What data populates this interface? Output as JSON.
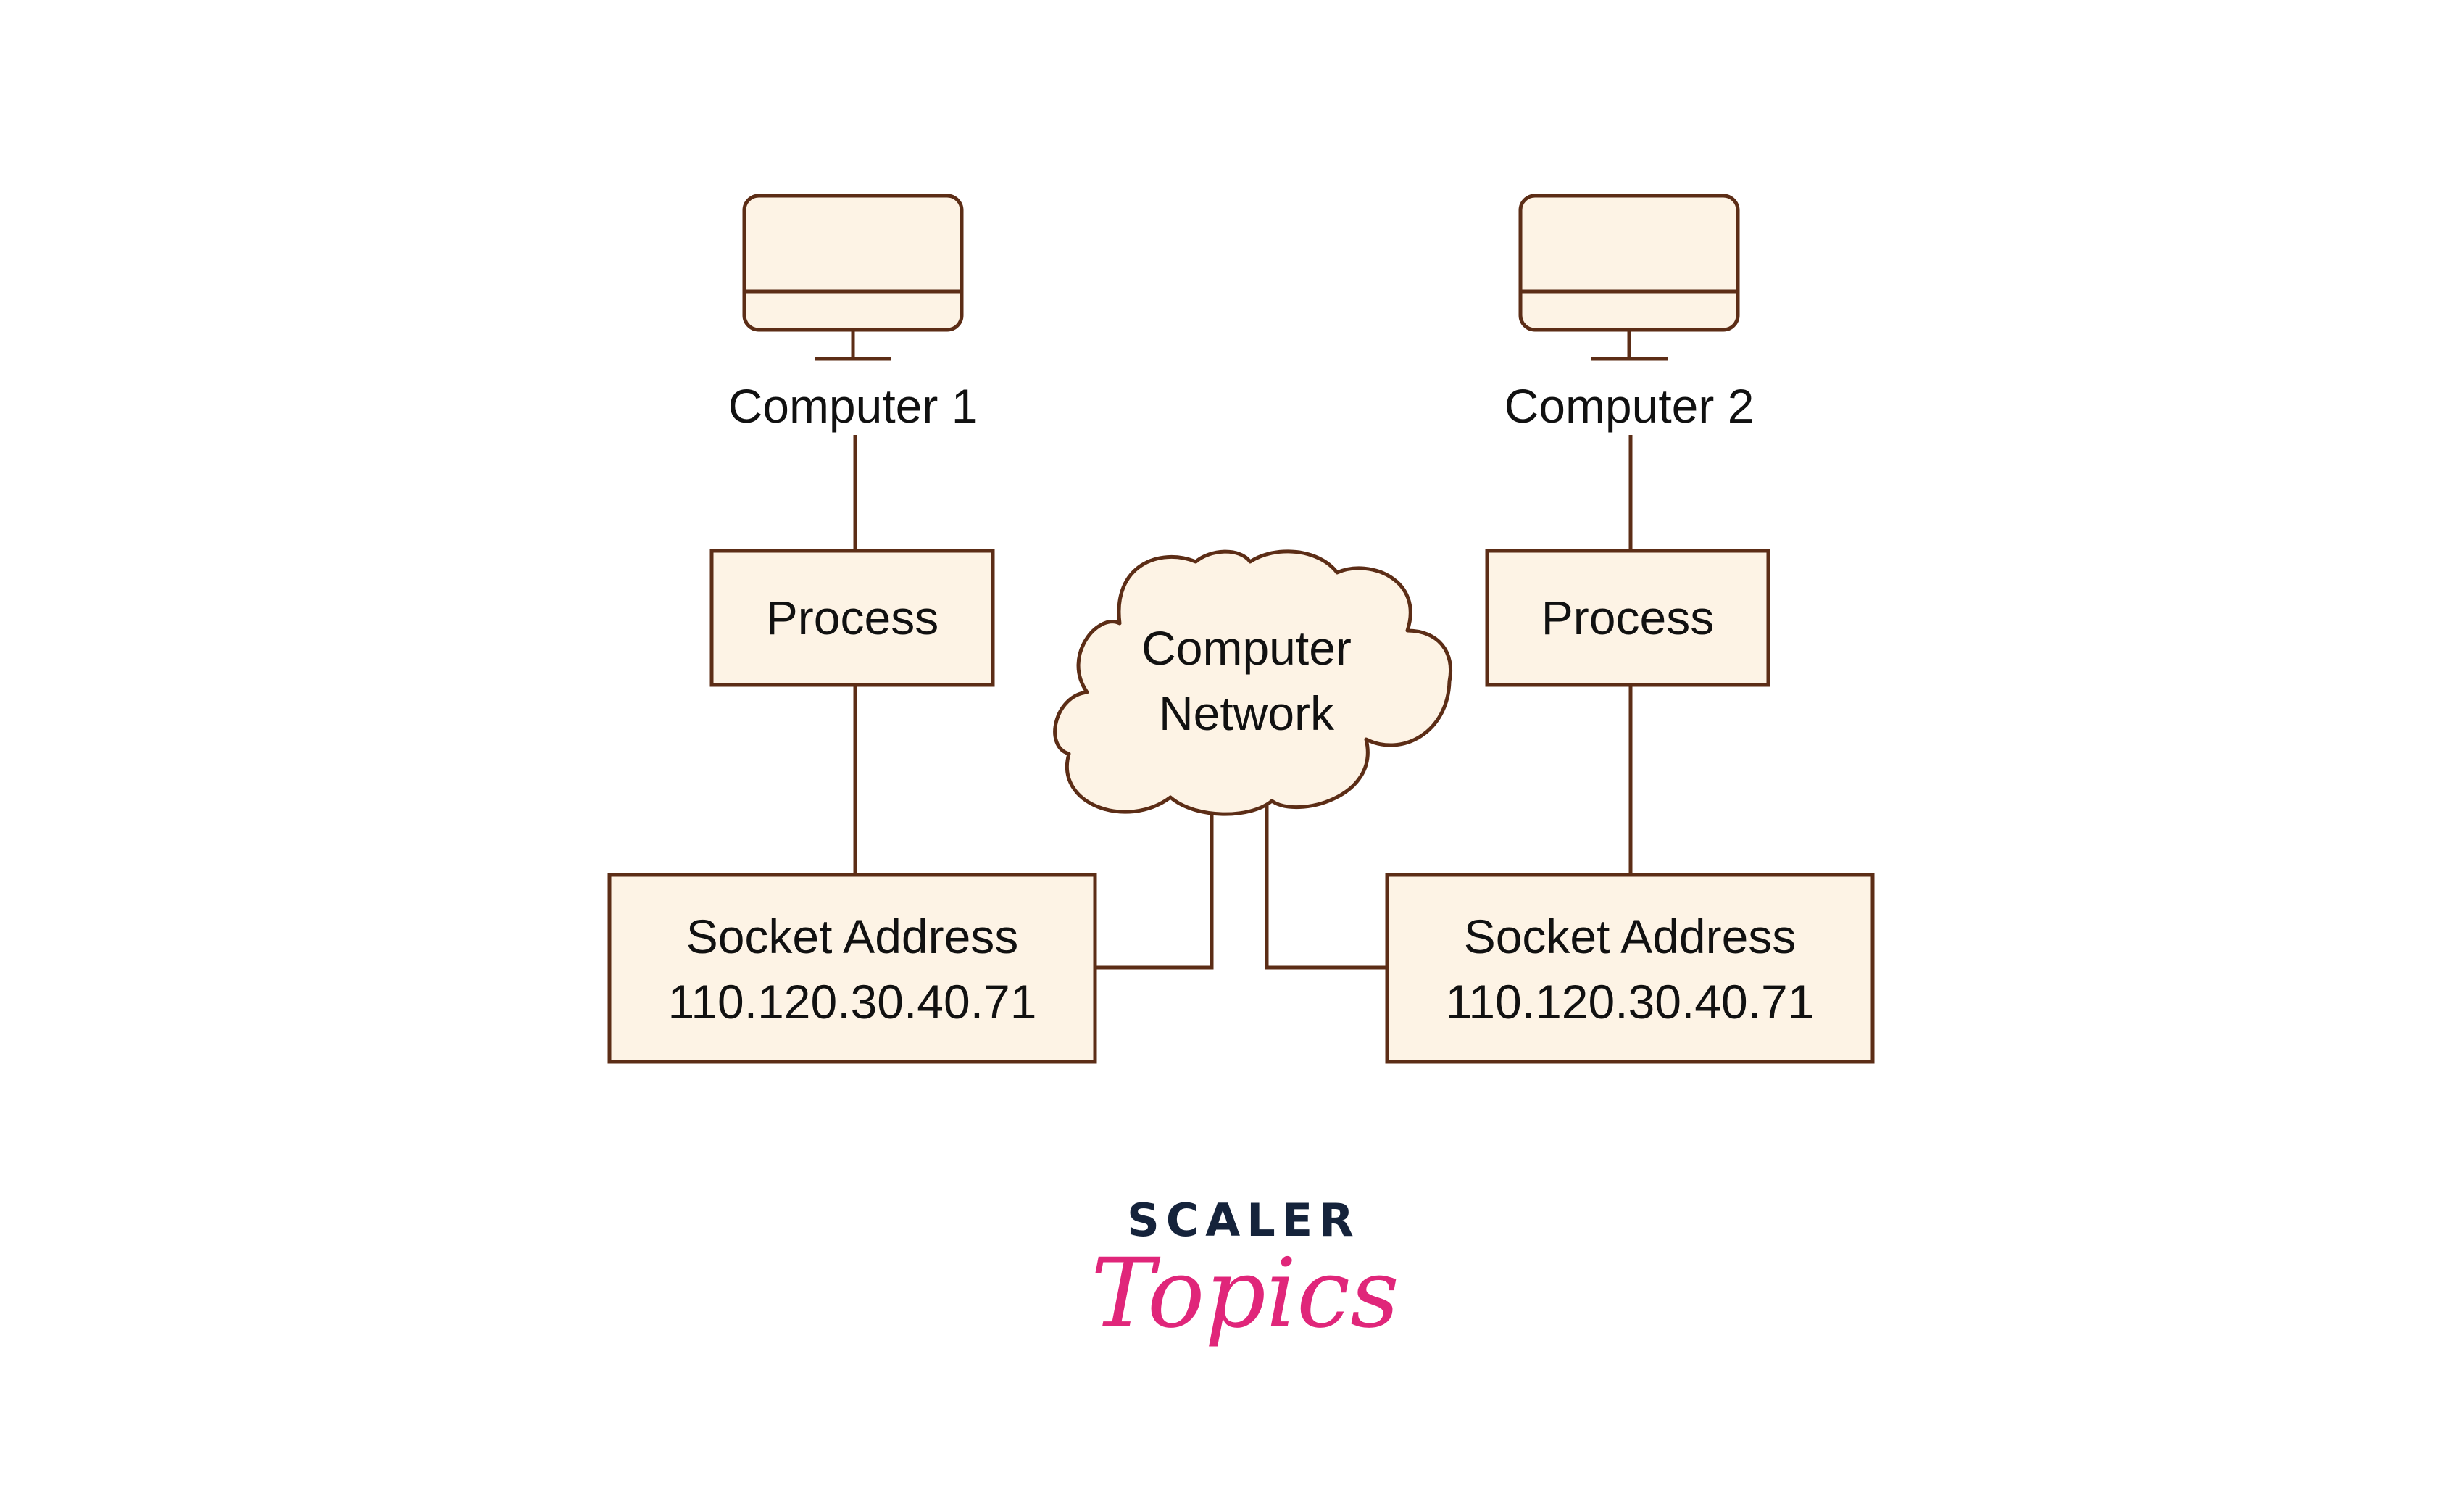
{
  "diagram": {
    "computer_1": {
      "label": "Computer 1",
      "icon": "monitor-icon"
    },
    "computer_2": {
      "label": "Computer 2",
      "icon": "monitor-icon"
    },
    "process_1": {
      "label": "Process"
    },
    "process_2": {
      "label": "Process"
    },
    "network": {
      "line1": "Computer",
      "line2": "Network",
      "icon": "cloud-icon"
    },
    "socket_1": {
      "title": "Socket Address",
      "address": "110.120.30.40.71"
    },
    "socket_2": {
      "title": "Socket Address",
      "address": "110.120.30.40.71"
    }
  },
  "brand": {
    "top": "SCALER",
    "script": "Topics"
  },
  "colors": {
    "stroke": "#5c2d16",
    "fill": "#fdf3e5",
    "brand_dark": "#15233b",
    "brand_pink": "#e0267a"
  }
}
